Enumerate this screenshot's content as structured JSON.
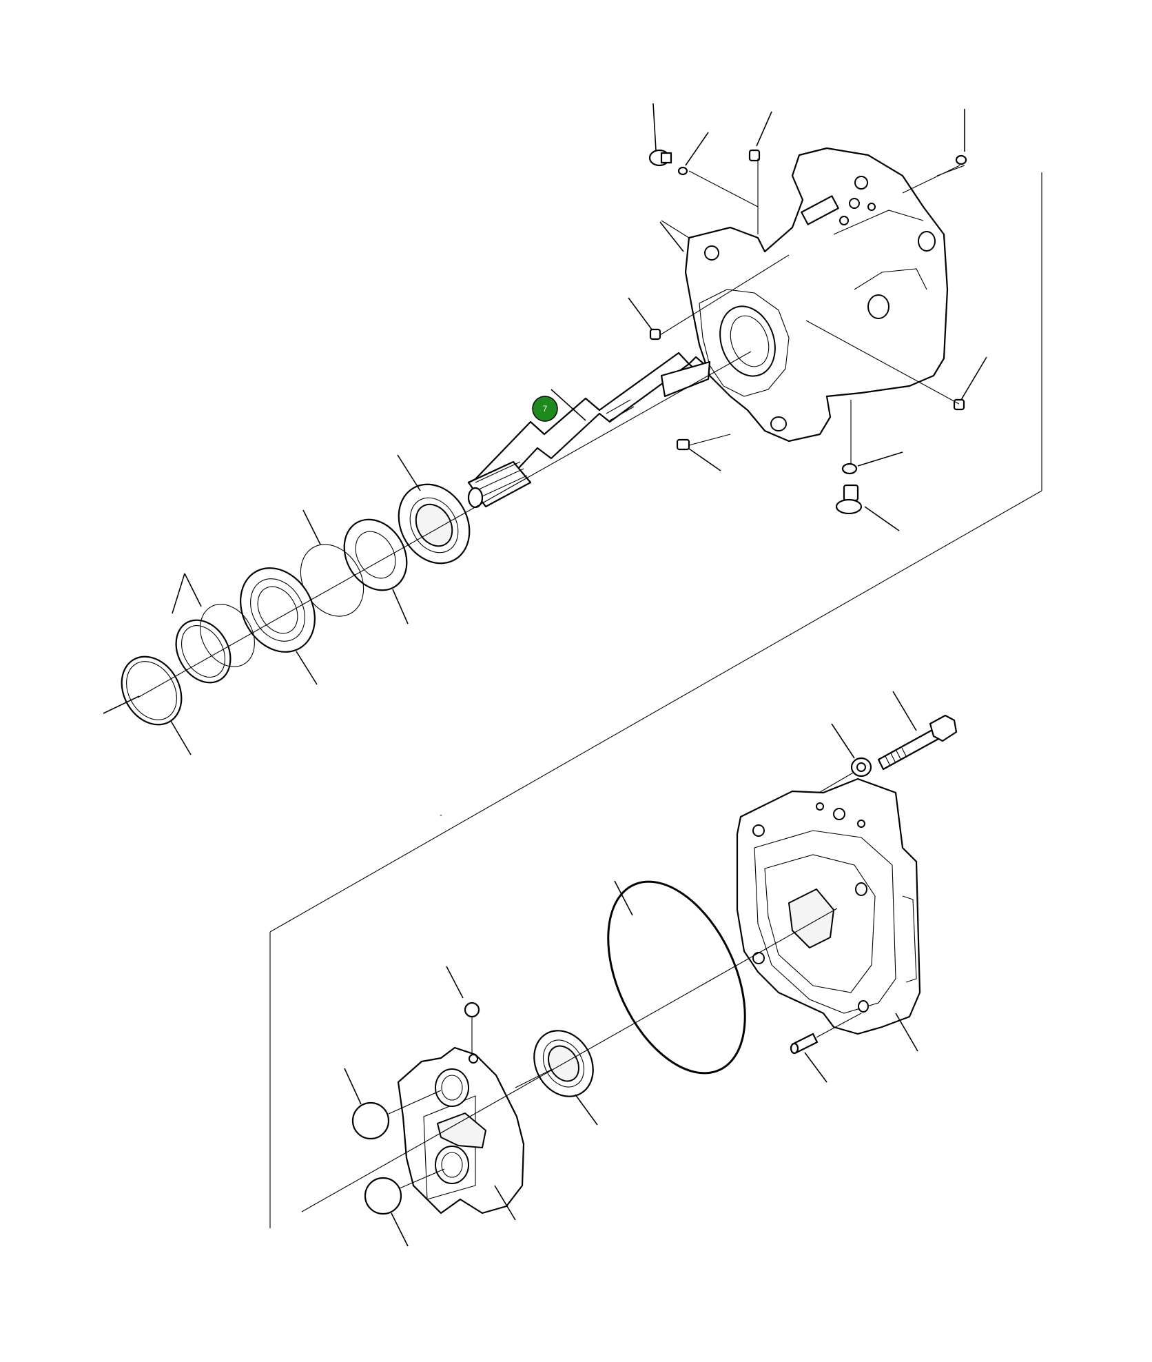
{
  "callouts": [
    {
      "id": "7",
      "label": "7",
      "color": "#1d8a1d",
      "part": "drive-shaft"
    }
  ],
  "empty_callouts": [
    {
      "name": "empty-callout-circle-upper"
    },
    {
      "name": "empty-callout-circle-lower"
    }
  ],
  "drawing": {
    "type": "exploded-parts-diagram",
    "line_color": "#000000",
    "background": "#ffffff"
  }
}
